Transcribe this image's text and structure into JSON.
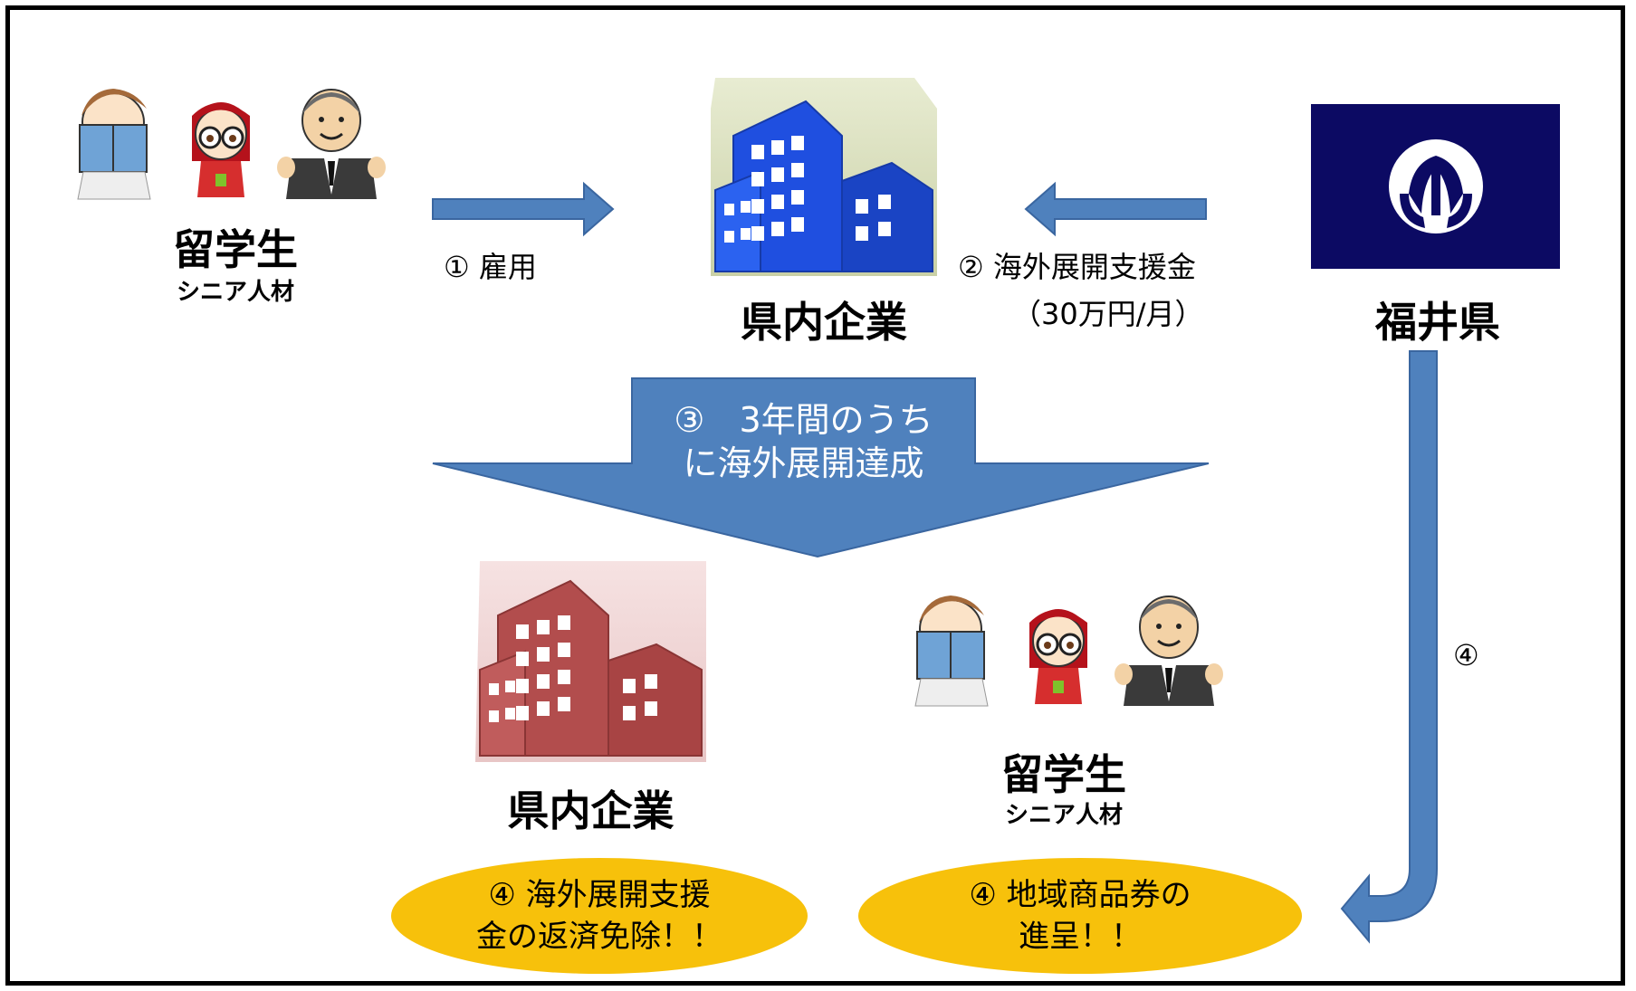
{
  "top_left": {
    "label": "留学生",
    "sublabel": "シニア人材"
  },
  "step1": {
    "label": "① 雇用"
  },
  "company_top": {
    "label": "県内企業"
  },
  "step2": {
    "line1": "② 海外展開支援金",
    "line2": "（30万円/月）"
  },
  "prefecture": {
    "label": "福井県"
  },
  "step3": {
    "line1": "③　3年間のうち",
    "line2": "に海外展開達成"
  },
  "step4_side": {
    "label": "④"
  },
  "company_bottom": {
    "label": "県内企業"
  },
  "bottom_people": {
    "label": "留学生",
    "sublabel": "シニア人材"
  },
  "benefit_company": {
    "line1": "④ 海外展開支援",
    "line2": "金の返済免除！！"
  },
  "benefit_people": {
    "line1": "④ 地域商品券の",
    "line2": "進呈！！"
  },
  "colors": {
    "arrow_blue": "#4f81bd",
    "ellipse_yellow": "#f7c10b",
    "flag_navy": "#0c0a63",
    "building_blue": "#1f4fe0",
    "building_red": "#b24d4d"
  }
}
